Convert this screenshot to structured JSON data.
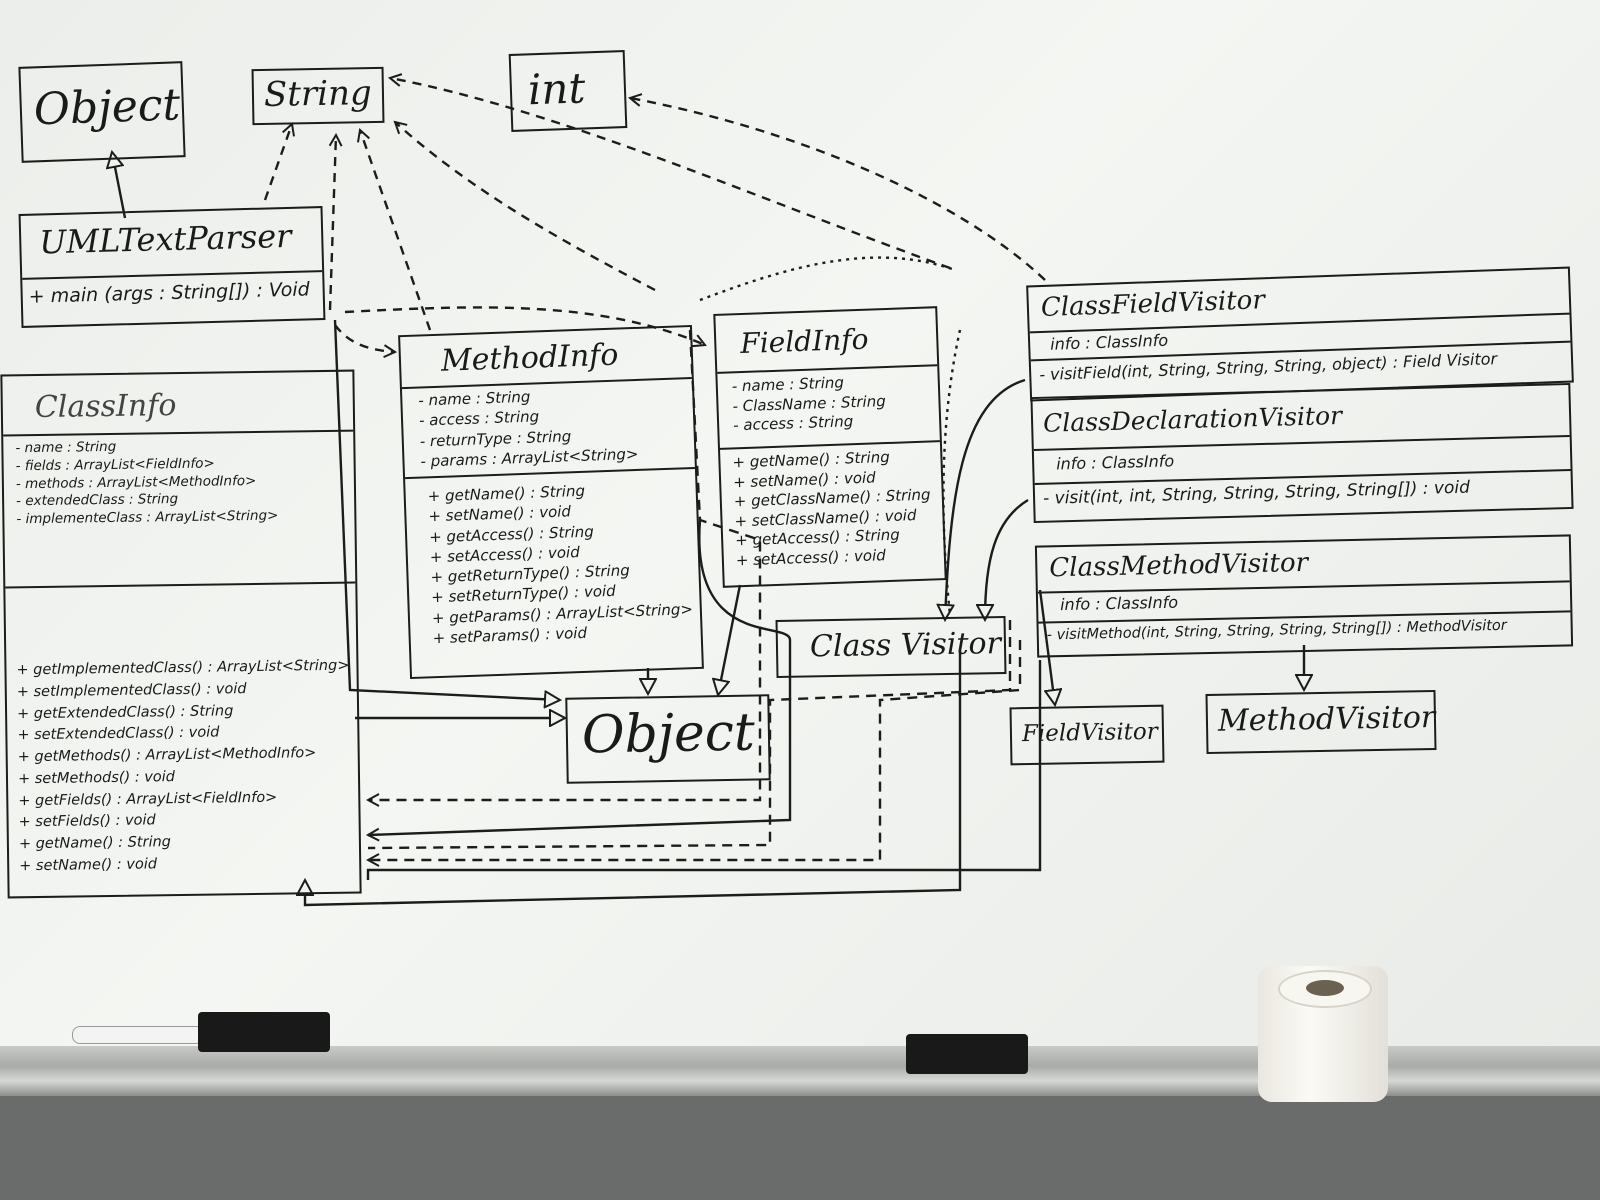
{
  "object_top": {
    "name": "Object"
  },
  "string_box": {
    "name": "String"
  },
  "int_box": {
    "name": "int"
  },
  "uml_text_parser": {
    "name": "UMLTextParser",
    "method": "+ main (args : String[]) : Void"
  },
  "class_info": {
    "name": "ClassInfo",
    "fields": "- name : String\n- fields : ArrayList<FieldInfo>\n- methods : ArrayList<MethodInfo>\n- extendedClass : String\n- implementeClass : ArrayList<String>",
    "methods": "+ getImplementedClass() : ArrayList<String>\n+ setImplementedClass() : void\n+ getExtendedClass() : String\n+ setExtendedClass() : void\n+ getMethods() : ArrayList<MethodInfo>\n+ setMethods() : void\n+ getFields() : ArrayList<FieldInfo>\n+ setFields() : void\n+ getName() : String\n+ setName() : void"
  },
  "method_info": {
    "name": "MethodInfo",
    "fields": "- name : String\n- access : String\n- returnType : String\n- params : ArrayList<String>",
    "methods": "+ getName() : String\n+ setName() : void\n+ getAccess() : String\n+ setAccess() : void\n+ getReturnType() : String\n+ setReturnType() : void\n+ getParams() : ArrayList<String>\n+ setParams() : void"
  },
  "field_info": {
    "name": "FieldInfo",
    "fields": "- name : String\n- ClassName : String\n- access : String",
    "methods": "+ getName() : String\n+ setName() : void\n+ getClassName() : String\n+ setClassName() : void\n+ getAccess() : String\n+ setAccess() : void"
  },
  "object_center": {
    "name": "Object"
  },
  "class_field_visitor": {
    "name": "ClassFieldVisitor",
    "field": "info : ClassInfo",
    "method": "- visitField(int, String, String, String, object) : Field Visitor"
  },
  "class_declaration_visitor": {
    "name": "ClassDeclarationVisitor",
    "field": "info : ClassInfo",
    "method": "- visit(int, int, String, String, String, String[]) : void"
  },
  "class_method_visitor": {
    "name": "ClassMethodVisitor",
    "field": "info : ClassInfo",
    "method": "- visitMethod(int, String, String, String, String[]) : MethodVisitor"
  },
  "class_visitor": {
    "name": "Class Visitor"
  },
  "field_visitor": {
    "name": "FieldVisitor"
  },
  "method_visitor": {
    "name": "MethodVisitor"
  },
  "colors": {
    "ink": "#1c1c1c",
    "board": "#eceeeb",
    "tray": "#b9bbb8"
  }
}
